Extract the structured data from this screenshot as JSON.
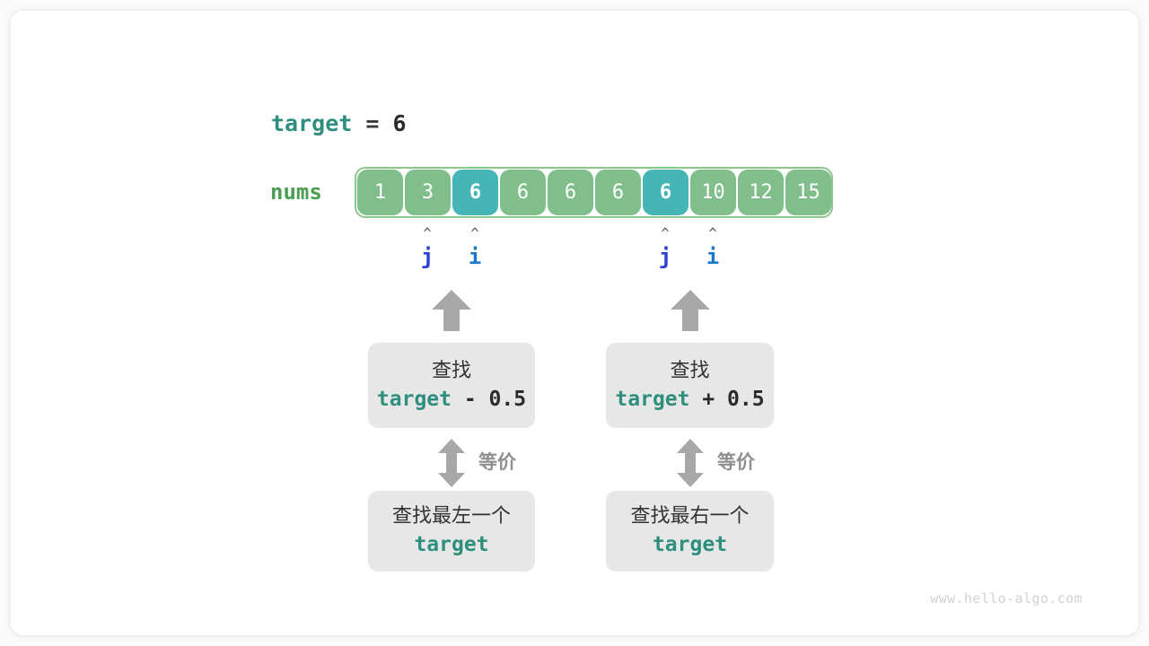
{
  "watermark": "www.hello-algo.com",
  "colors": {
    "cell_normal": "#80bf8c",
    "cell_highlight": "#45b5b5",
    "array_border": "#8cc68c",
    "target_keyword": "#2f8f7f",
    "nums_label": "#4a9e52",
    "pointer_j": "#2b3fd0",
    "pointer_i": "#1a77cc",
    "box_bg": "#e7e7e7",
    "arrow": "#a8a8a8"
  },
  "target_line": {
    "keyword": "target",
    "equals": "=",
    "value": "6"
  },
  "array": {
    "label": "nums",
    "values": [
      "1",
      "3",
      "6",
      "6",
      "6",
      "6",
      "6",
      "10",
      "12",
      "15"
    ],
    "highlighted_indices": [
      2,
      6
    ]
  },
  "pointers": [
    {
      "caret": "^",
      "name": "j",
      "kind": "j",
      "index": 1
    },
    {
      "caret": "^",
      "name": "i",
      "kind": "i",
      "index": 2
    },
    {
      "caret": "^",
      "name": "j",
      "kind": "j",
      "index": 6
    },
    {
      "caret": "^",
      "name": "i",
      "kind": "i",
      "index": 7
    }
  ],
  "left_branch": {
    "top_box": {
      "line1": "查找",
      "keyword": "target",
      "operator": " - 0.5"
    },
    "equiv_label": "等价",
    "bottom_box": {
      "line1": "查找最左一个",
      "keyword": "target"
    }
  },
  "right_branch": {
    "top_box": {
      "line1": "查找",
      "keyword": "target",
      "operator": " + 0.5"
    },
    "equiv_label": "等价",
    "bottom_box": {
      "line1": "查找最右一个",
      "keyword": "target"
    }
  }
}
